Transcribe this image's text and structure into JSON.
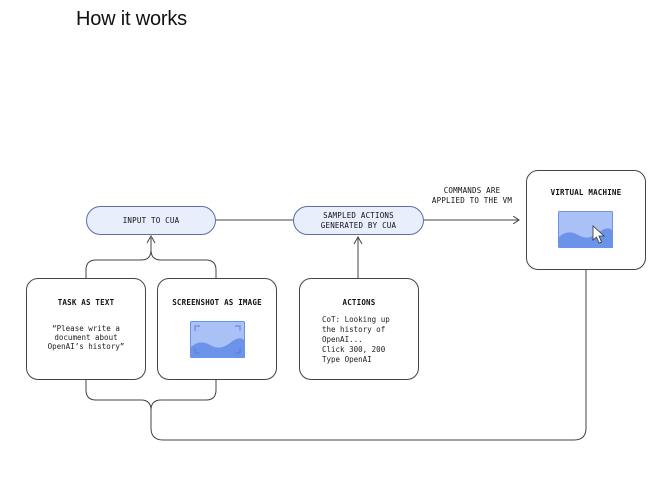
{
  "title": "How it works",
  "nodes": {
    "input": "INPUT TO CUA",
    "sampled": "SAMPLED ACTIONS\nGENERATED BY CUA",
    "vm_title": "VIRTUAL MACHINE",
    "commands_label": "COMMANDS ARE\nAPPLIED TO THE VM",
    "task_title": "TASK AS TEXT",
    "task_quote": "“Please write a\ndocument about\nOpenAI’s history”",
    "screenshot_title": "SCREENSHOT AS IMAGE",
    "actions_title": "ACTIONS",
    "actions_lines": "CoT: Looking up\nthe history of\nOpenAI...\nClick 300, 200\nType OpenAI"
  },
  "colors": {
    "pill_fill": "#e8eefb",
    "pill_border": "#5b6fa8",
    "image_fill": "#a9c1f4",
    "image_wave": "#6b93ea",
    "line": "#444444"
  },
  "icons": [
    "image-icon",
    "cursor-icon"
  ]
}
